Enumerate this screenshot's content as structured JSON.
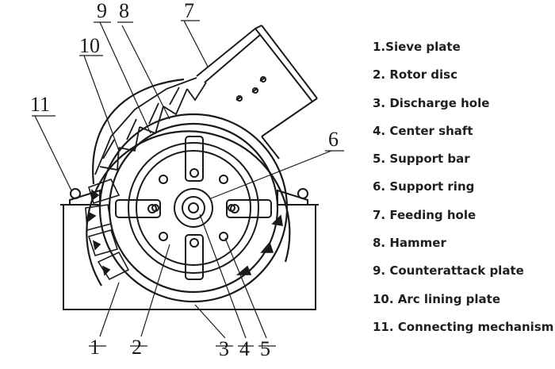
{
  "callouts": [
    "1",
    "2",
    "3",
    "4",
    "5",
    "6",
    "7",
    "8",
    "9",
    "10",
    "11"
  ],
  "legend": [
    "1.Sieve plate",
    "2. Rotor disc",
    "3. Discharge hole",
    "4. Center shaft",
    "5. Support bar",
    "6. Support ring",
    "7. Feeding hole",
    "8. Hammer",
    "9. Counterattack plate",
    "10. Arc lining plate",
    "11. Connecting mechanism"
  ]
}
